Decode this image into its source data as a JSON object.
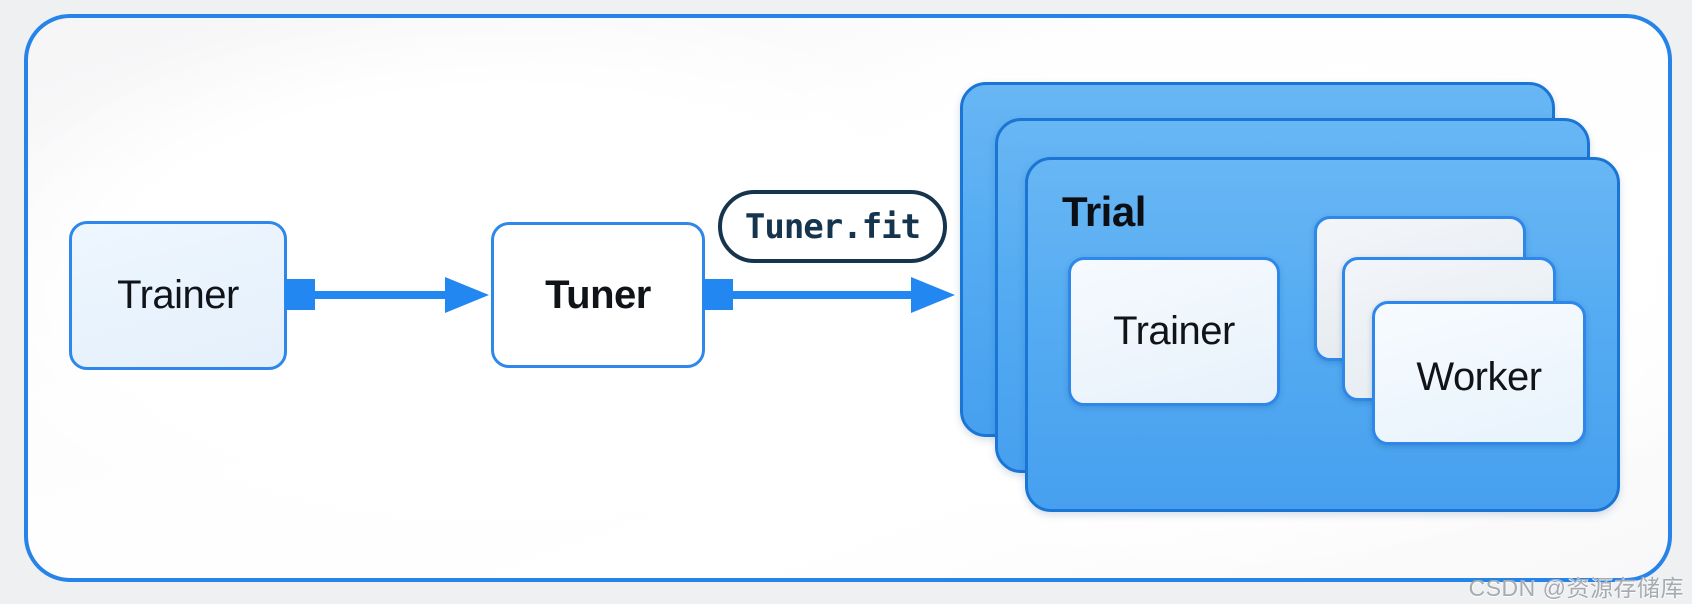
{
  "nodes": {
    "trainer": {
      "label": "Trainer"
    },
    "tuner": {
      "label": "Tuner"
    },
    "tuner_fit_call": {
      "label": "Tuner.fit"
    },
    "trial": {
      "label": "Trial"
    },
    "trial_trainer": {
      "label": "Trainer"
    },
    "worker": {
      "label": "Worker"
    }
  },
  "edges": [
    {
      "from": "trainer",
      "to": "tuner"
    },
    {
      "from": "tuner",
      "to": "trial",
      "via": "tuner_fit_call"
    }
  ],
  "stacks": {
    "trial_cards_count": 3,
    "worker_cards_count": 3
  },
  "colors": {
    "arrow_blue": "#2287f0",
    "container_border": "#2583ea",
    "node_border": "#2e87e9",
    "trial_border": "#1b75d4",
    "trial_fill_top": "#68b6f4",
    "trial_fill_bottom": "#47a0ef",
    "light_node_fill": "#e8f3fd",
    "pill_navy": "#15344d",
    "text_dark": "#101419",
    "page_background": "#eef0f1"
  },
  "watermark": {
    "text": "CSDN @资源存储库"
  }
}
